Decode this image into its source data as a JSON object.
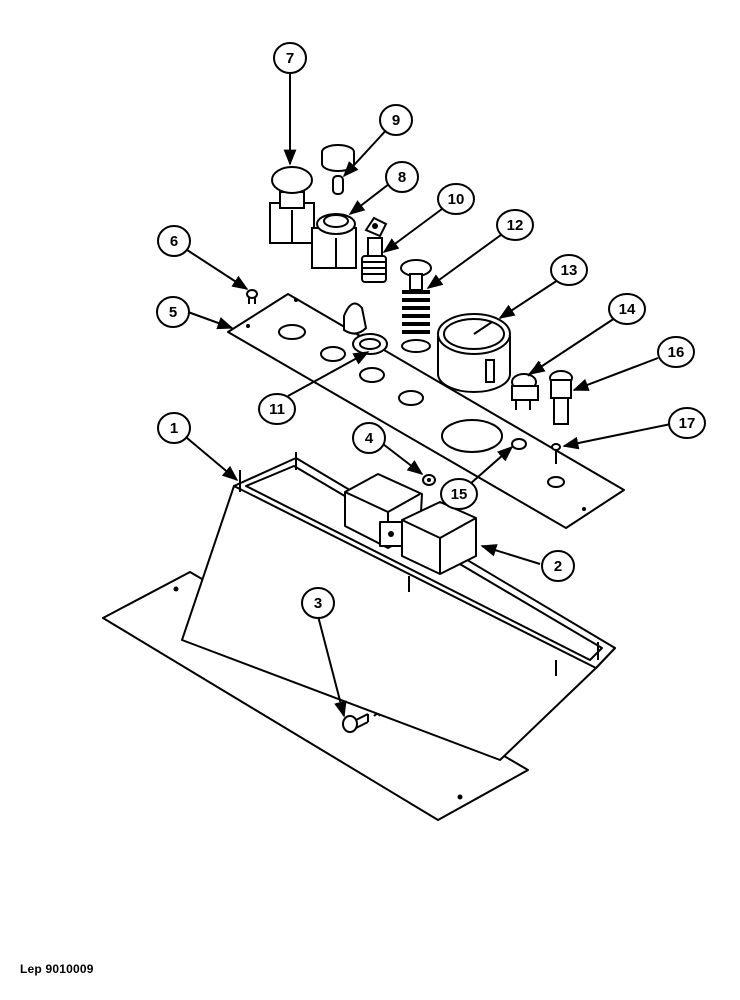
{
  "callouts": [
    {
      "id": "callout-1",
      "label": "1"
    },
    {
      "id": "callout-2",
      "label": "2"
    },
    {
      "id": "callout-3",
      "label": "3"
    },
    {
      "id": "callout-4",
      "label": "4"
    },
    {
      "id": "callout-5",
      "label": "5"
    },
    {
      "id": "callout-6",
      "label": "6"
    },
    {
      "id": "callout-7",
      "label": "7"
    },
    {
      "id": "callout-8",
      "label": "8"
    },
    {
      "id": "callout-9",
      "label": "9"
    },
    {
      "id": "callout-10",
      "label": "10"
    },
    {
      "id": "callout-11",
      "label": "11"
    },
    {
      "id": "callout-12",
      "label": "12"
    },
    {
      "id": "callout-13",
      "label": "13"
    },
    {
      "id": "callout-14",
      "label": "14"
    },
    {
      "id": "callout-15",
      "label": "15"
    },
    {
      "id": "callout-16",
      "label": "16"
    },
    {
      "id": "callout-17",
      "label": "17"
    }
  ],
  "footer": {
    "code": "Lep 9010009"
  }
}
